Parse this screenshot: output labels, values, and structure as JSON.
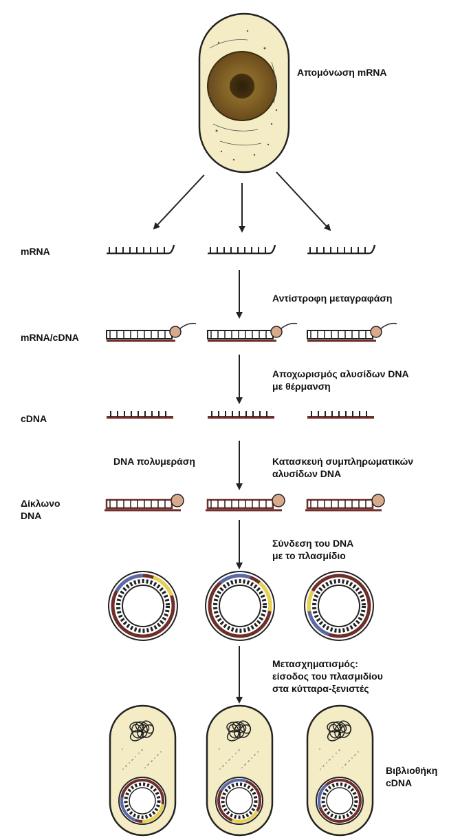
{
  "labels": {
    "isolation": "Απομόνωση mRNA",
    "mrna": "mRNA",
    "reverse_transcriptase": "Αντίστροφη μεταγραφάση",
    "hybrid": "mRNA/cDNA",
    "separation_l1": "Αποχωρισμός αλυσίδων DNA",
    "separation_l2": "με θέρμανση",
    "cdna": "cDNA",
    "polymerase": "DNA πολυμεράση",
    "complementary_l1": "Κατασκευή συμπληρωματικών",
    "complementary_l2": "αλυσίδων DNA",
    "double_l1": "Δίκλωνο",
    "double_l2": "DNA",
    "ligation_l1": "Σύνδεση του DNA",
    "ligation_l2": "με το πλασμίδιο",
    "transform_l1": "Μετασχηματισμός:",
    "transform_l2": "είσοδος του πλασμιδίου",
    "transform_l3": "στα κύτταρα-ξενιστές",
    "library_l1": "Βιβλιοθήκη",
    "library_l2": "cDNA"
  },
  "colors": {
    "cell_fill": "#f3ecc4",
    "nucleus": "#7a5a22",
    "strand_brown": "#6e2e2a",
    "strand_dark": "#222222",
    "cap_fill": "#d9a98c",
    "plasmid_yellow": "#e8d24a",
    "plasmid_blue": "#5a6aa8"
  }
}
